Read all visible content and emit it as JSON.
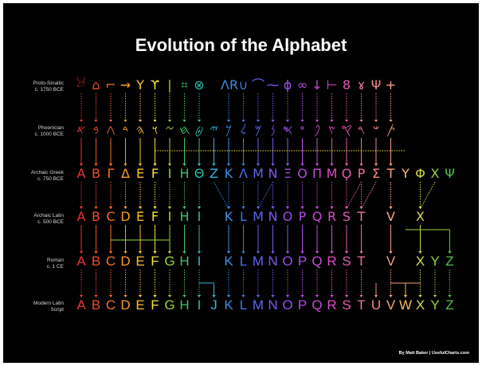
{
  "title": "Evolution of the Alphabet",
  "credit": "By Matt Baker | UsefulCharts.com",
  "rows": [
    {
      "label": [
        "Proto-Sinaitic",
        "c. 1750 BCE"
      ],
      "glyphs": [
        "𓃾",
        "⌂",
        "⌐",
        "⇝",
        "Y",
        "ϒ",
        "|",
        "⌗",
        "⊗",
        "ɅR",
        "∪",
        "⌒",
        "⁓",
        "ɸ",
        "∞",
        "↓",
        "⊢",
        "8",
        "ɤ",
        "Ψ",
        "+"
      ]
    },
    {
      "label": [
        "Phoenician",
        "c. 1000 BCE"
      ],
      "glyphs": [
        "𐤀",
        "𐤁",
        "𐤂",
        "𐤃",
        "𐤄",
        "𐤅",
        "𐤆",
        "𐤇",
        "𐤈",
        "𐤉",
        "𐤊",
        "𐤋",
        "𐤌",
        "𐤍",
        "𐤎",
        "𐤏",
        "𐤐",
        "𐤑",
        "𐤒",
        "𐤓",
        "𐤔",
        "𐤕"
      ]
    },
    {
      "label": [
        "Archaic Greek",
        "c. 750 BCE"
      ],
      "glyphs": [
        "Α",
        "Β",
        "Γ",
        "Δ",
        "Ε",
        "Ϝ",
        "Ι",
        "Η",
        "Θ",
        "Ζ",
        "Κ",
        "Λ",
        "Μ",
        "Ν",
        "Ξ",
        "Ο",
        "Π",
        "Μ",
        "Ϙ",
        "Ρ",
        "Σ",
        "Τ",
        "Υ",
        "Φ",
        "Χ",
        "Ψ"
      ]
    },
    {
      "label": [
        "Archaic Latin",
        "c. 500 BCE"
      ],
      "glyphs": [
        "A",
        "B",
        "C",
        "D",
        "E",
        "F",
        "I",
        "H",
        "I",
        "K",
        "L",
        "M",
        "N",
        "O",
        "P",
        "Q",
        "R",
        "S",
        "T",
        "V",
        "X"
      ]
    },
    {
      "label": [
        "Roman",
        "c. 1 CE"
      ],
      "glyphs": [
        "A",
        "B",
        "C",
        "D",
        "E",
        "F",
        "G",
        "H",
        "I",
        "K",
        "L",
        "M",
        "N",
        "O",
        "P",
        "Q",
        "R",
        "S",
        "T",
        "V",
        "X",
        "Y",
        "Z"
      ]
    },
    {
      "label": [
        "Modern Latin",
        "Script"
      ],
      "glyphs": [
        "A",
        "B",
        "C",
        "D",
        "E",
        "F",
        "G",
        "H",
        "I",
        "J",
        "K",
        "L",
        "M",
        "N",
        "O",
        "P",
        "Q",
        "R",
        "S",
        "T",
        "U",
        "V",
        "W",
        "X",
        "Y",
        "Z"
      ]
    }
  ],
  "colors": [
    "#e8343a",
    "#f04d28",
    "#f5732b",
    "#f89a2a",
    "#fbc22d",
    "#f3e52d",
    "#9ad43d",
    "#3fc36a",
    "#2fbcae",
    "#33b6e0",
    "#3c8fe6",
    "#4875ea",
    "#5f65ee",
    "#7b58ee",
    "#9651ec",
    "#b14de8",
    "#c94bd8",
    "#dc4dc4",
    "#e85bb0",
    "#f0709c",
    "#f4888a",
    "#f7a07a",
    "#f9b96a",
    "#d2d74a",
    "#9bd23c",
    "#52c34a"
  ]
}
